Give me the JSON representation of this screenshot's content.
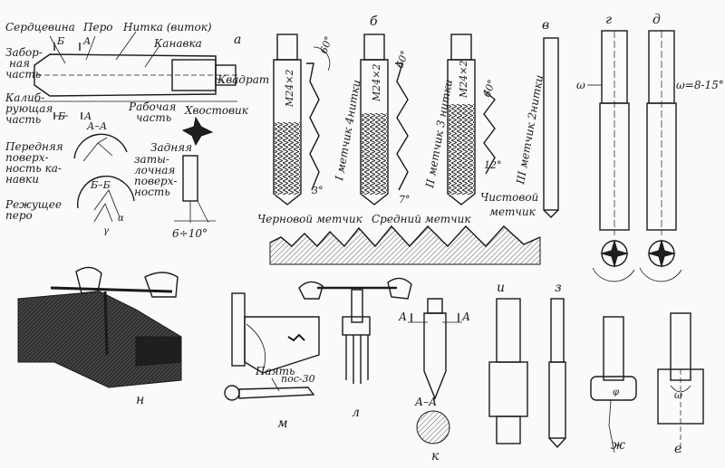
{
  "figure": {
    "panel_letters": {
      "a": "а",
      "b": "б",
      "v": "в",
      "g": "г",
      "d": "д",
      "e": "е",
      "zh": "ж",
      "z": "з",
      "i": "и",
      "k": "к",
      "l": "л",
      "m": "м",
      "n": "н"
    },
    "panel_a": {
      "core": "Сердцевина",
      "feather": "Перо",
      "thread_turn": "Нитка (виток)",
      "groove": "Канавка",
      "intake_1": "Забор-",
      "intake_2": "ная",
      "intake_3": "часть",
      "square": "Квадрат",
      "calib_1": "Калиб-",
      "calib_2": "рующая",
      "calib_3": "часть",
      "working_1": "Рабочая",
      "working_2": "часть",
      "shank": "Хвостовик",
      "mark_b_top": "Б",
      "mark_a_top": "А",
      "mark_b_bottom": "Б",
      "mark_a_bottom": "А",
      "section_aa": "А–А",
      "section_bb": "Б–Б",
      "front_1": "Передняя",
      "front_2": "поверх-",
      "front_3": "ность ка-",
      "front_4": "навки",
      "back_1": "Задняя",
      "back_2": "заты-",
      "back_3": "лочная",
      "back_4": "поверх-",
      "back_5": "ность",
      "cutting_1": "Режущее",
      "cutting_2": "перо",
      "angle_range": "6÷10°",
      "gamma": "γ",
      "alpha": "α"
    },
    "panel_b": {
      "m_label": "М24×2",
      "angle_60": "60°",
      "angle_3": "3°",
      "angle_7": "7°",
      "angle_12": "12°",
      "tap1": "I метчик 4нитки",
      "tap2": "II метчик 3 нитки",
      "tap3": "III метчик 2нитки",
      "rough": "Черновой метчик",
      "middle": "Средний метчик",
      "finish_1": "Чистовой",
      "finish_2": "метчик"
    },
    "panel_gd": {
      "omega": "ω",
      "omega_range": "ω=8-15°"
    },
    "panel_m": {
      "solder": "Паять",
      "pos": "пос-30"
    },
    "panel_k": {
      "a_left": "А",
      "a_right": "А",
      "section": "А–А"
    },
    "panel_e": {
      "omega": "ω"
    },
    "panel_zh": {
      "phi": "φ"
    }
  }
}
